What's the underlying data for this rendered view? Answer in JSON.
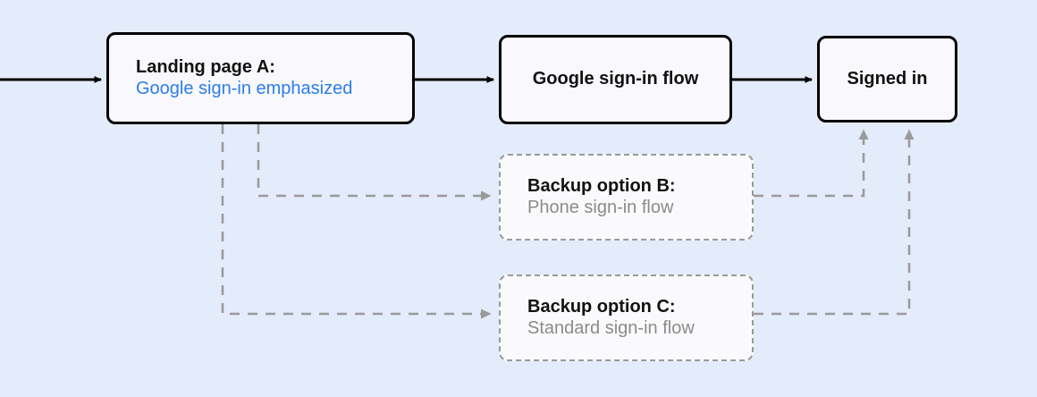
{
  "diagram": {
    "type": "flowchart",
    "background_color": "#e4ebfa",
    "node_fill_color": "#f9f9fd",
    "accent_blue": "#2b7de9",
    "muted_gray": "#8b8b8b",
    "solid_stroke": "#000000",
    "dashed_stroke": "#9a9a9a",
    "nodes": [
      {
        "id": "landing-a",
        "title": "Landing page A:",
        "subtitle": "Google sign-in emphasized",
        "style": "solid",
        "emphasis": "blue"
      },
      {
        "id": "google-flow",
        "title": "Google sign-in flow",
        "style": "solid"
      },
      {
        "id": "signed-in",
        "title": "Signed in",
        "style": "solid"
      },
      {
        "id": "backup-b",
        "title": "Backup option B:",
        "subtitle": "Phone sign-in flow",
        "style": "dashed",
        "emphasis": "gray"
      },
      {
        "id": "backup-c",
        "title": "Backup option C:",
        "subtitle": "Standard sign-in flow",
        "style": "dashed",
        "emphasis": "gray"
      }
    ],
    "edges": [
      {
        "id": "entry-to-landing-a",
        "from": "entry",
        "to": "landing-a",
        "style": "solid"
      },
      {
        "id": "landing-a-to-google-flow",
        "from": "landing-a",
        "to": "google-flow",
        "style": "solid"
      },
      {
        "id": "google-flow-to-signed-in",
        "from": "google-flow",
        "to": "signed-in",
        "style": "solid"
      },
      {
        "id": "landing-a-to-backup-b",
        "from": "landing-a",
        "to": "backup-b",
        "style": "dashed"
      },
      {
        "id": "landing-a-to-backup-c",
        "from": "landing-a",
        "to": "backup-c",
        "style": "dashed"
      },
      {
        "id": "backup-b-to-signed-in",
        "from": "backup-b",
        "to": "signed-in",
        "style": "dashed"
      },
      {
        "id": "backup-c-to-signed-in",
        "from": "backup-c",
        "to": "signed-in",
        "style": "dashed"
      }
    ]
  }
}
